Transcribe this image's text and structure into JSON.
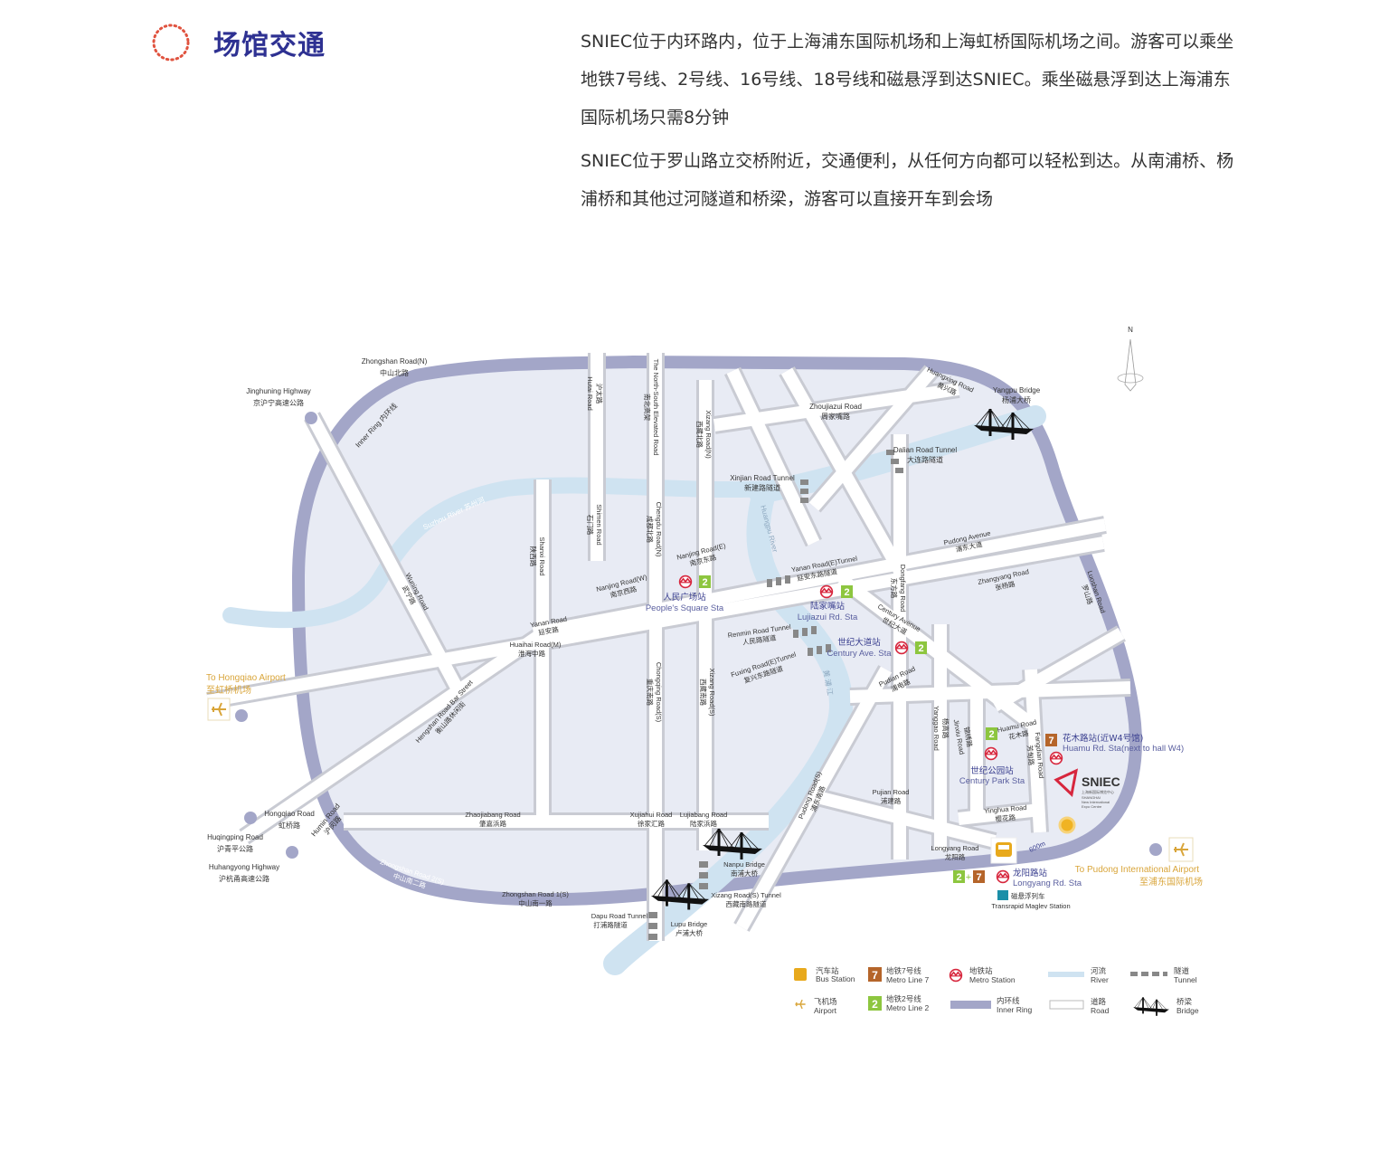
{
  "header": {
    "title": "场馆交通",
    "paragraphs": [
      "SNIEC位于内环路内，位于上海浦东国际机场和上海虹桥国际机场之间。游客可以乘坐地铁7号线、2号线、16号线、18号线和磁悬浮到达SNIEC。乘坐磁悬浮到达上海浦东国际机场只需8分钟",
      "SNIEC位于罗山路立交桥附近，交通便利，从任何方向都可以轻松到达。从南浦桥、杨浦桥和其他过河隧道和桥梁，游客可以直接开车到会场"
    ]
  },
  "colors": {
    "title": "#2e3192",
    "inner_ring": "#a3a6c8",
    "river": "#cfe3f1",
    "land": "#e8ebf4",
    "metro_line_2": "#8dc63f",
    "metro_line_7": "#b5652a",
    "metro_station": "#d7263d",
    "airport": "#d9a53a",
    "sniec": "#d7263d"
  },
  "map": {
    "north": "N",
    "roads": {
      "zhongshan_n": [
        "Zhongshan Road(N)",
        "中山北路"
      ],
      "jinghuning": [
        "Jinghuning Highway",
        "京沪宁高速公路"
      ],
      "inner_ring": "Inner Ring 内环线",
      "suzhou_river": "Suzhou River 苏州河",
      "hutai": [
        "Hutai Road",
        "沪太路"
      ],
      "north_south": [
        "The North-South Elevated Road",
        "南北高架"
      ],
      "xizang_n": [
        "Xizang Road(N)",
        "西藏北路"
      ],
      "zhoujiazui": [
        "Zhoujiazui Road",
        "周家嘴路"
      ],
      "huangxing": [
        "Huangxing Road",
        "黄兴路"
      ],
      "yangpu_bridge": [
        "Yangpu Bridge",
        "杨浦大桥"
      ],
      "dalian_tunnel": [
        "Dalian Road Tunnel",
        "大连路隧道"
      ],
      "xinjian_tunnel": [
        "Xinjian Road Tunnel",
        "新建路隧道"
      ],
      "huangpu_river": "Huangpu River",
      "huangpu_zh": "黄 浦 江",
      "shimen": [
        "Shimen Road",
        "石门路"
      ],
      "chengdu": [
        "Chengdu Road(N)",
        "成都北路"
      ],
      "shanxi": [
        "Shanxi Road",
        "陕西路"
      ],
      "wuning": [
        "Wuning Road",
        "武宁路"
      ],
      "nanjing_w": [
        "Nanjing Road(W)",
        "南京西路"
      ],
      "nanjing_e": [
        "Nanjing Road(E)",
        "南京东路"
      ],
      "yanan_tunnel": [
        "Yanan Road(E)Tunnel",
        "延安东路隧道"
      ],
      "pudong_ave": [
        "Pudong Avenue",
        "浦东大道"
      ],
      "zhangyang": [
        "Zhangyang Road",
        "张杨路"
      ],
      "dongfang": [
        "Dongfang Road",
        "东方路"
      ],
      "luoshan": [
        "Luoshan Road",
        "罗山路"
      ],
      "century_ave": [
        "Century Avenue",
        "世纪大道"
      ],
      "renmin_tunnel": [
        "Renmin Road Tunnel",
        "人民路隧道"
      ],
      "fuxing_tunnel": [
        "Fuxing Road(E)Tunnel",
        "复兴东路隧道"
      ],
      "yanan": [
        "Yanan Road",
        "延安路"
      ],
      "huaihai": [
        "Huaihai Road(M)",
        "淮海中路"
      ],
      "chongqing": [
        "Chongqing Road(S)",
        "重庆南路"
      ],
      "xizang_s": [
        "Xizang Road(S)",
        "西藏南路"
      ],
      "hengshan": [
        "Hengshan Road Bar Street",
        "衡山路休闲街"
      ],
      "pudian": [
        "Pudian Road",
        "浦电路"
      ],
      "yanggao": [
        "Yanggao Road",
        "杨高路"
      ],
      "jinxiu": [
        "Jinxiu Road",
        "锦绣路"
      ],
      "huamu": [
        "Huamu Road",
        "花木路"
      ],
      "fangdian": [
        "Fangdian Road",
        "芳甸路"
      ],
      "pujian": [
        "Pujian Road",
        "浦建路"
      ],
      "pudong_s": [
        "Pudong Road(S)",
        "浦东南路"
      ],
      "yinghua": [
        "Yinghua Road",
        "樱花路"
      ],
      "longyang": [
        "Longyang Road",
        "龙阳路"
      ],
      "hongqiao": [
        "Hongqiao Road",
        "虹桥路"
      ],
      "huqingping": [
        "Huqingping Road",
        "沪青平公路"
      ],
      "huhangyong": [
        "Huhangyong Highway",
        "沪杭甬高速公路"
      ],
      "humin": [
        "Humin Road",
        "沪闵路"
      ],
      "zhaojiabang": [
        "Zhaojiabang Road",
        "肇嘉浜路"
      ],
      "xujiahui": [
        "Xujiahui Road",
        "徐家汇路"
      ],
      "lujiabang": [
        "Lujiabang Road",
        "陆家浜路"
      ],
      "nanpu_bridge": [
        "Nanpu Bridge",
        "南浦大桥"
      ],
      "zhongshan_2s": [
        "Zhongshan Road 2(S)",
        "中山南二路"
      ],
      "zhongshan_1s": [
        "Zhongshan Road 1(S)",
        "中山南一路"
      ],
      "xizang_tunnel": [
        "Xizang Road(S) Tunnel",
        "西藏南路隧道"
      ],
      "dapu_tunnel": [
        "Dapu Road Tunnel",
        "打浦路隧道"
      ],
      "lupu_bridge": [
        "Lupu Bridge",
        "卢浦大桥"
      ],
      "distance": "600m"
    },
    "stations": {
      "peoples_square": [
        "人民广场站",
        "People's Square Sta"
      ],
      "lujiazui": [
        "陆家嘴站",
        "Lujiazui Rd. Sta"
      ],
      "century_ave": [
        "世纪大道站",
        "Century Ave. Sta"
      ],
      "century_park": [
        "世纪公园站",
        "Century Park Sta"
      ],
      "huamu": [
        "花木路站(近W4号馆)",
        "Huamu Rd. Sta(next to hall W4)"
      ],
      "longyang": [
        "龙阳路站",
        "Longyang Rd. Sta"
      ],
      "maglev": [
        "磁悬浮列车",
        "Transrapid Maglev Station"
      ],
      "line_2": "2",
      "line_7": "7",
      "plus": "+"
    },
    "airports": {
      "hongqiao": [
        "To Hongqiao Airport",
        "至虹桥机场"
      ],
      "pudong": [
        "To Pudong International Airport",
        "至浦东国际机场"
      ]
    },
    "sniec": {
      "name": "SNIEC",
      "zh": "上海新国际博览中心",
      "en1": "SHANGHAI",
      "en2": "New International",
      "en3": "Expo Centre"
    },
    "legend": [
      {
        "icon": "bus-icon",
        "zh": "汽车站",
        "en": "Bus Station"
      },
      {
        "icon": "metro-line-7-icon",
        "zh": "地铁7号线",
        "en": "Metro Line 7"
      },
      {
        "icon": "metro-station-icon",
        "zh": "地铁站",
        "en": "Metro Station"
      },
      {
        "icon": "river-swatch",
        "zh": "河流",
        "en": "River"
      },
      {
        "icon": "tunnel-swatch",
        "zh": "隧道",
        "en": "Tunnel"
      },
      {
        "icon": "airport-icon",
        "zh": "飞机场",
        "en": "Airport"
      },
      {
        "icon": "metro-line-2-icon",
        "zh": "地铁2号线",
        "en": "Metro Line 2"
      },
      {
        "icon": "inner-ring-swatch",
        "zh": "内环线",
        "en": "Inner Ring"
      },
      {
        "icon": "road-swatch",
        "zh": "道路",
        "en": "Road"
      },
      {
        "icon": "bridge-icon",
        "zh": "桥梁",
        "en": "Bridge"
      }
    ]
  }
}
